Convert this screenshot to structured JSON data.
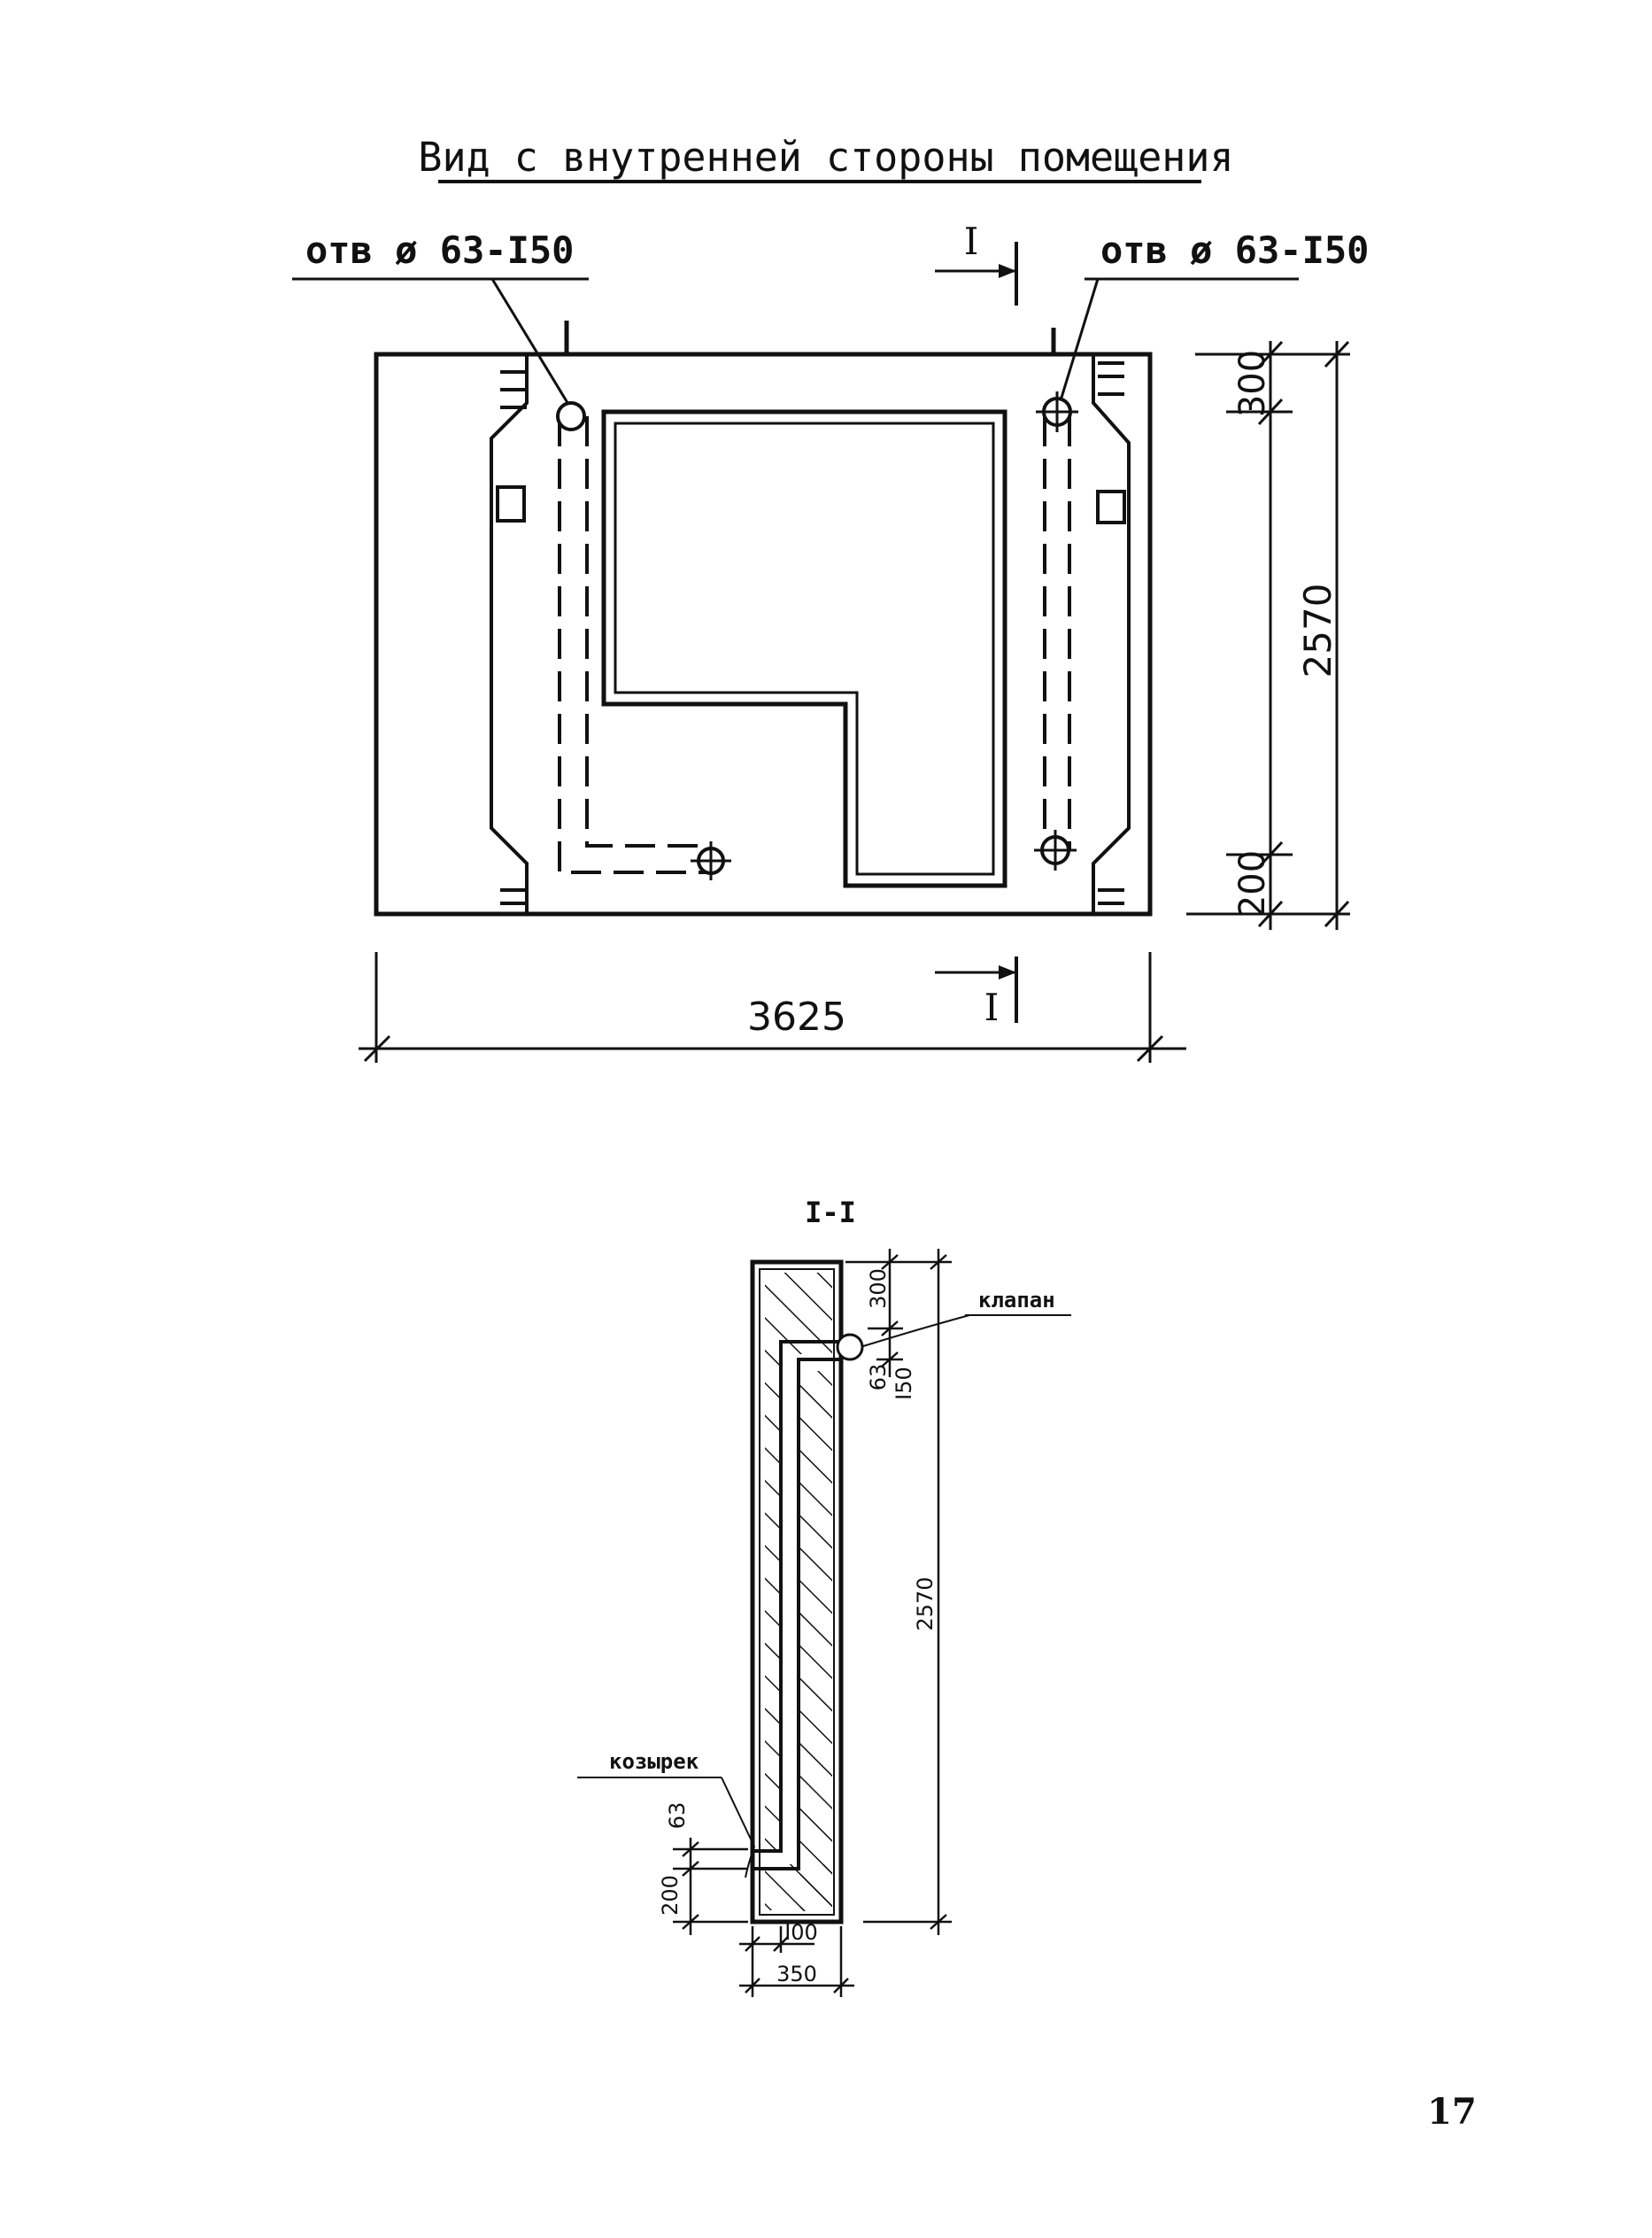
{
  "view_title": "Вид с внутренней стороны помещения",
  "hole_label_left": "отв ø 63-I50",
  "hole_label_right": "отв ø 63-I50",
  "section_mark": "I",
  "dimensions": {
    "width": "3625",
    "height": "2570",
    "top_offset": "300",
    "bottom_offset": "200"
  },
  "section": {
    "title": "I-I",
    "valve_label": "клапан",
    "canopy_label": "козырек",
    "dim_top": "300",
    "dim_hole": "63",
    "dim_hole_spacing": "I50",
    "dim_height": "2570",
    "dim_canopy_hole": "63",
    "dim_bottom": "200",
    "dim_inner": "I00",
    "dim_thickness": "350"
  },
  "page_number": "17"
}
